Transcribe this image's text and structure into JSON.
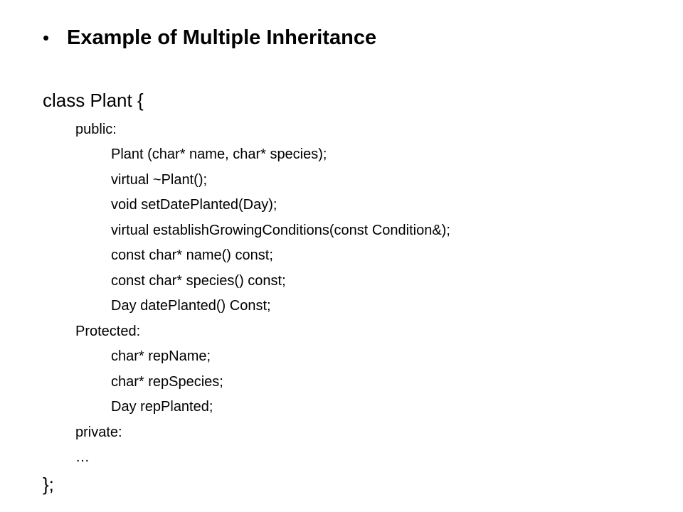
{
  "slide": {
    "bullet_glyph": "•",
    "title": "Example of Multiple Inheritance",
    "code": {
      "class_open": "class Plant {",
      "public_label": "public:",
      "public_members": [
        "Plant (char* name, char* species);",
        "virtual ~Plant();",
        "void setDatePlanted(Day);",
        "virtual establishGrowingConditions(const  Condition&);",
        "const char* name() const;",
        "const char* species() const;",
        "Day datePlanted() Const;"
      ],
      "protected_label": "Protected:",
      "protected_members": [
        "char* repName;",
        "char* repSpecies;",
        "Day repPlanted;"
      ],
      "private_label": "private:",
      "private_members": [
        "…"
      ],
      "class_close": "};"
    }
  }
}
